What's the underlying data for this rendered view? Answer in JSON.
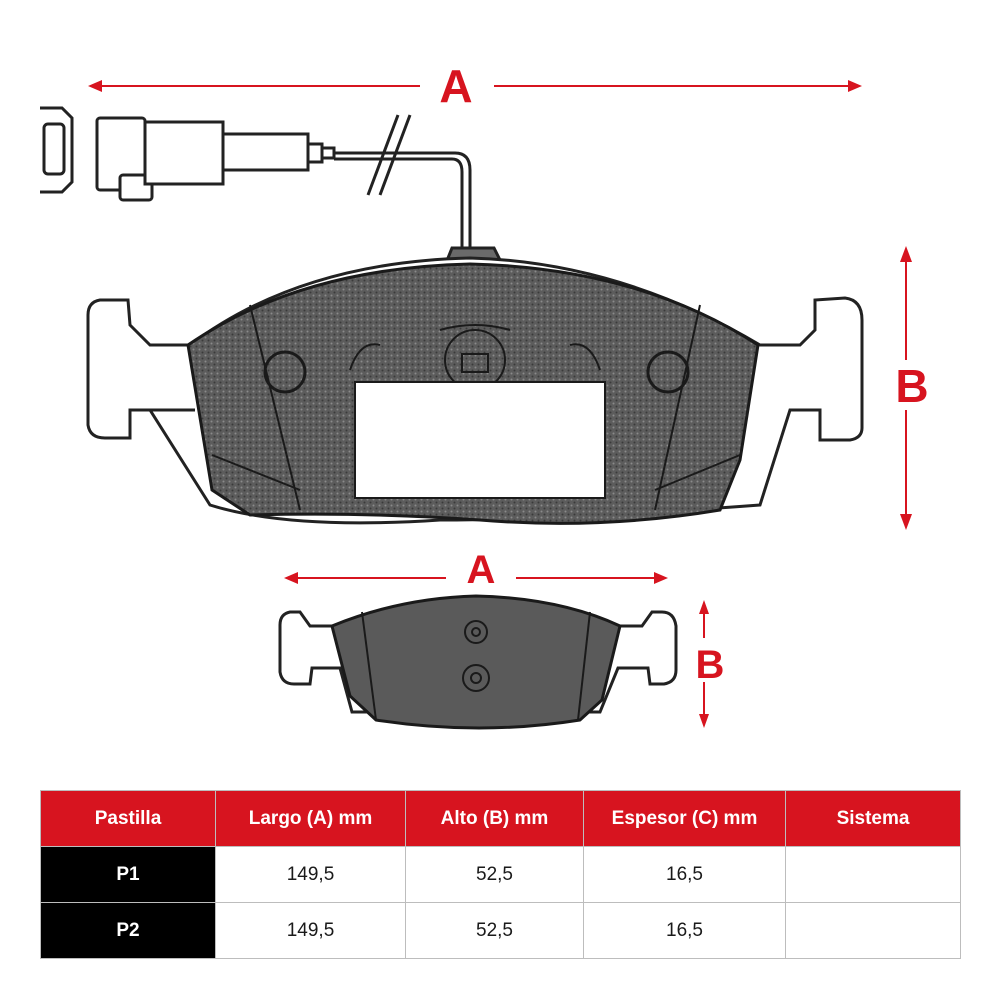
{
  "diagram": {
    "labels": {
      "top_width": "A",
      "top_height": "B",
      "bottom_width": "A",
      "bottom_height": "B"
    },
    "colors": {
      "accent": "#d7141f",
      "pad_fill": "#5a5a5a",
      "outline": "#222222"
    }
  },
  "table": {
    "headers": [
      "Pastilla",
      "Largo (A) mm",
      "Alto (B) mm",
      "Espesor (C) mm",
      "Sistema"
    ],
    "rows": [
      {
        "pad": "P1",
        "largo": "149,5",
        "alto": "52,5",
        "espesor": "16,5",
        "sistema": ""
      },
      {
        "pad": "P2",
        "largo": "149,5",
        "alto": "52,5",
        "espesor": "16,5",
        "sistema": ""
      }
    ]
  }
}
